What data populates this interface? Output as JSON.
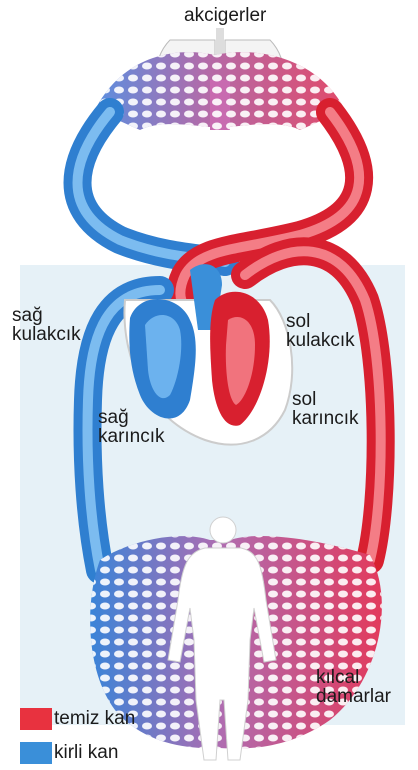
{
  "labels": {
    "lungs": "akcigerler",
    "right_atrium": [
      "sağ",
      "kulakcık"
    ],
    "left_atrium": [
      "sol",
      "kulakcık"
    ],
    "right_ventricle": [
      "sağ",
      "karıncık"
    ],
    "left_ventricle": [
      "sol",
      "karıncık"
    ],
    "capillaries": [
      "kılcal",
      "damarlar"
    ]
  },
  "legend": {
    "clean_blood": "temiz kan",
    "dirty_blood": "kirli kan"
  },
  "colors": {
    "clean_blood": "#e8323f",
    "dirty_blood": "#3a8fd9",
    "capillary_mix": "#b46aa8",
    "background_box": "#e6f1f7"
  }
}
